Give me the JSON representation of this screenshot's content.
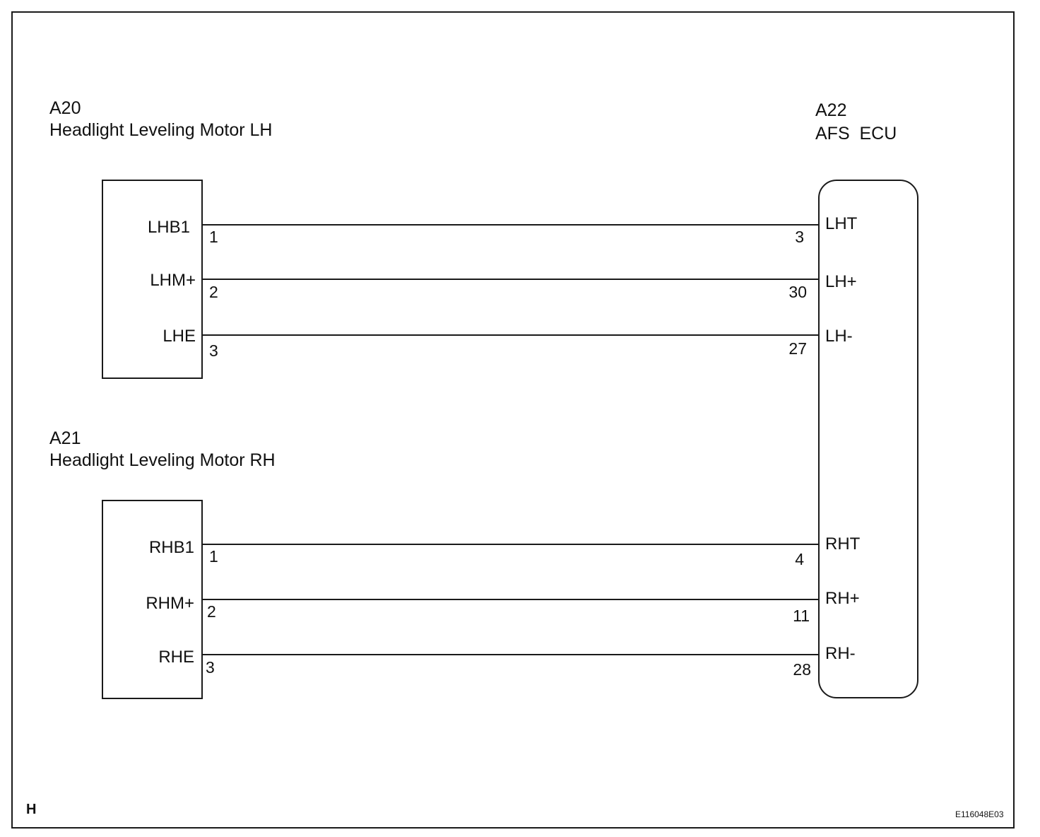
{
  "diagram": {
    "connectors": {
      "a20": {
        "id": "A20",
        "name": "Headlight Leveling Motor LH"
      },
      "a21": {
        "id": "A21",
        "name": "Headlight Leveling Motor RH"
      },
      "a22": {
        "id": "A22",
        "name": "AFS  ECU"
      }
    },
    "left_motor": {
      "pins": [
        {
          "label": "LHB1",
          "num": "1"
        },
        {
          "label": "LHM+",
          "num": "2"
        },
        {
          "label": "LHE",
          "num": "3"
        }
      ]
    },
    "right_motor": {
      "pins": [
        {
          "label": "RHB1",
          "num": "1"
        },
        {
          "label": "RHM+",
          "num": "2"
        },
        {
          "label": "RHE",
          "num": "3"
        }
      ]
    },
    "ecu": {
      "pins": [
        {
          "label": "LHT",
          "num": "3"
        },
        {
          "label": "LH+",
          "num": "30"
        },
        {
          "label": "LH-",
          "num": "27"
        },
        {
          "label": "RHT",
          "num": "4"
        },
        {
          "label": "RH+",
          "num": "11"
        },
        {
          "label": "RH-",
          "num": "28"
        }
      ]
    },
    "corner_label": "H",
    "figure_code": "E116048E03"
  }
}
